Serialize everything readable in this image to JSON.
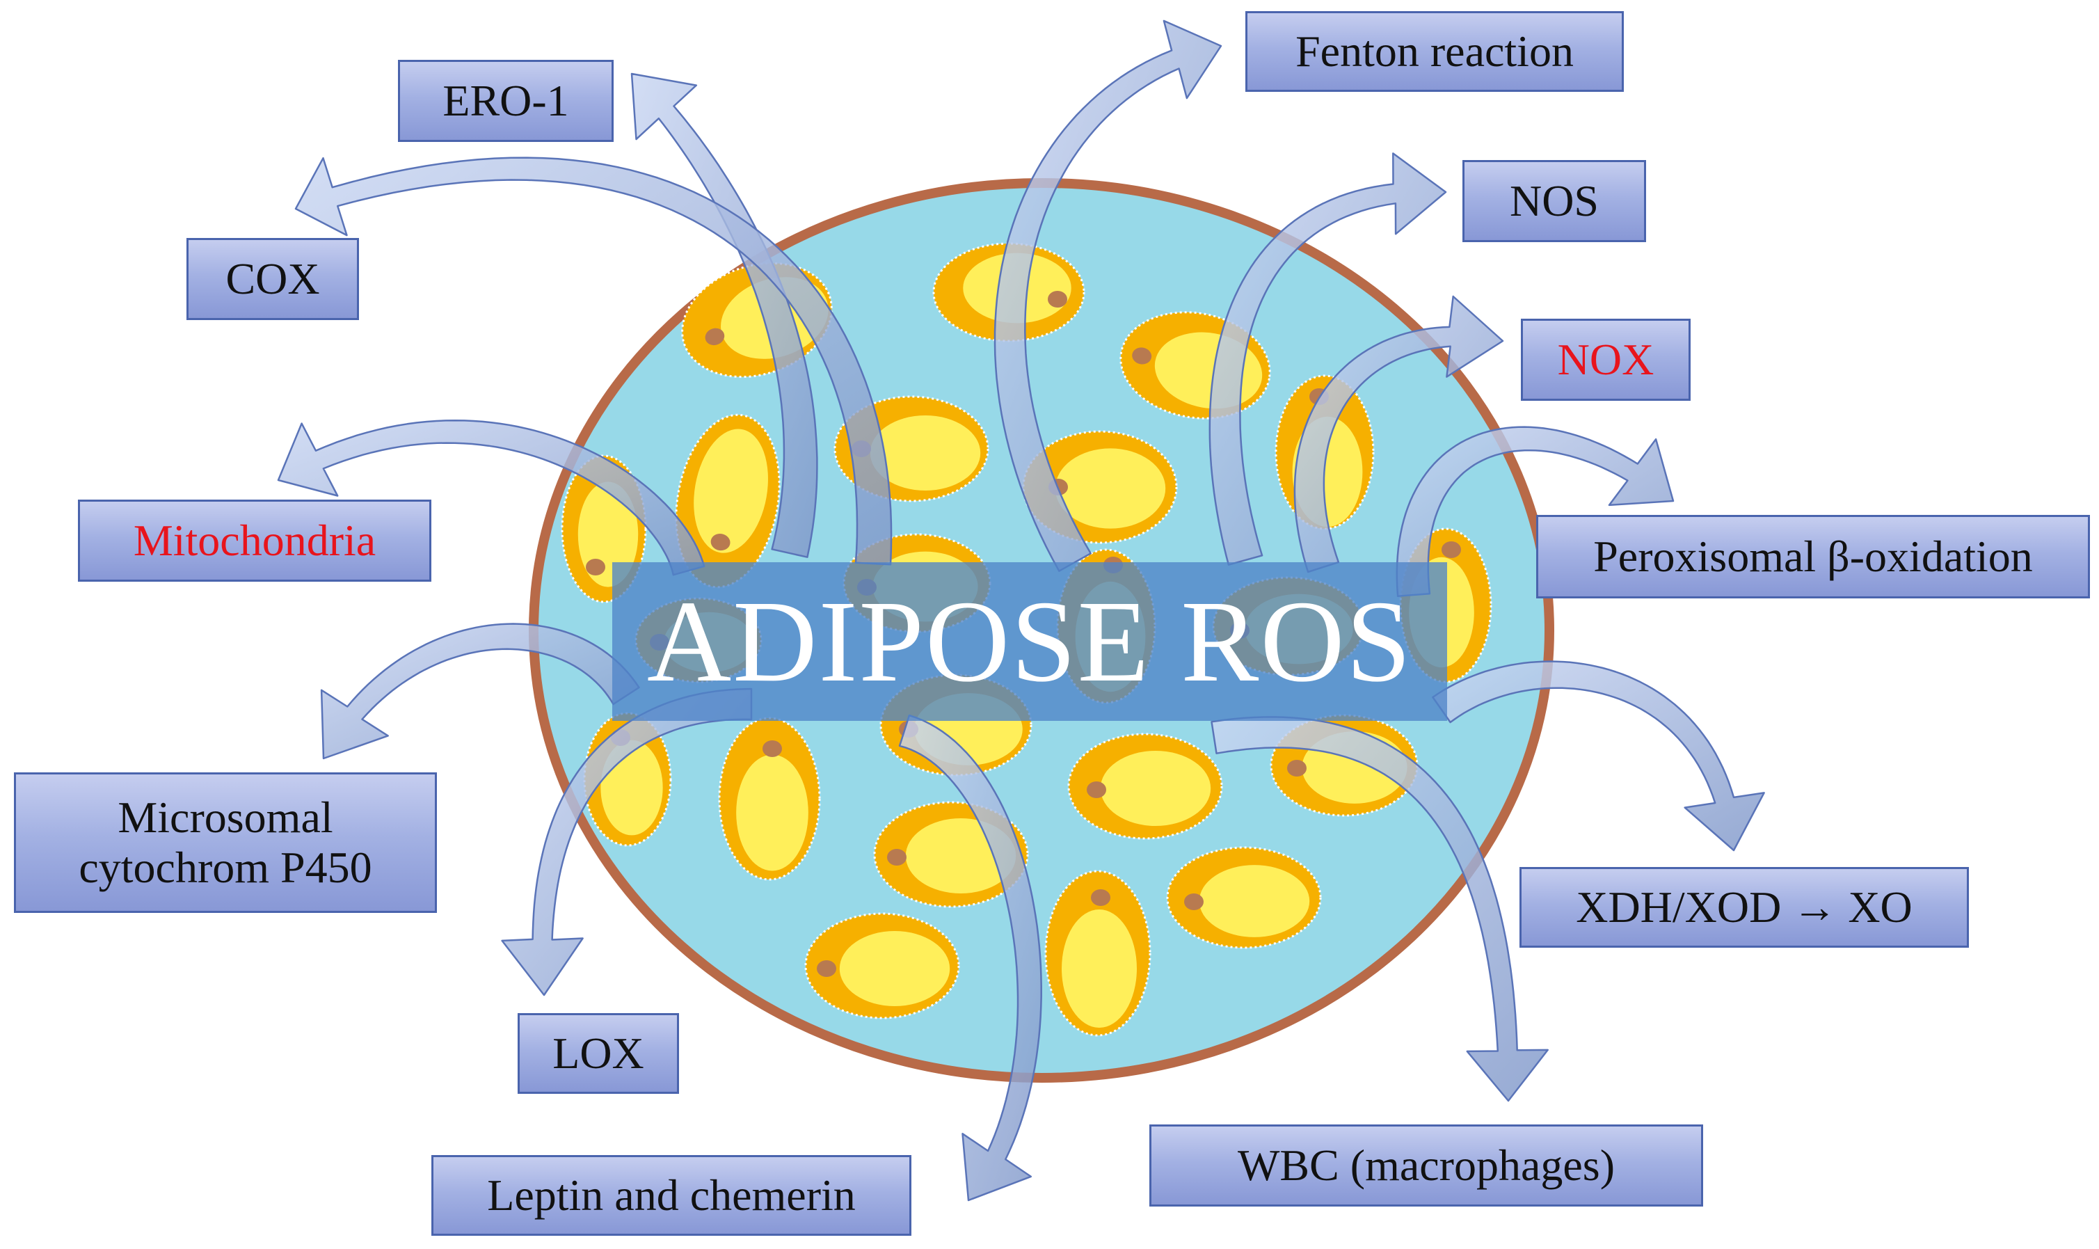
{
  "center_label": "ADIPOSE ROS",
  "sources": [
    {
      "id": "ero1",
      "text": "ERO-1",
      "emphasis": false
    },
    {
      "id": "cox",
      "text": "COX",
      "emphasis": false
    },
    {
      "id": "mitochondria",
      "text": "Mitochondria",
      "emphasis": true
    },
    {
      "id": "p450",
      "text": "Microsomal\ncytochrom P450",
      "emphasis": false
    },
    {
      "id": "lox",
      "text": "LOX",
      "emphasis": false
    },
    {
      "id": "leptin",
      "text": "Leptin and chemerin",
      "emphasis": false
    },
    {
      "id": "fenton",
      "text": "Fenton reaction",
      "emphasis": false
    },
    {
      "id": "nos",
      "text": "NOS",
      "emphasis": false
    },
    {
      "id": "nox",
      "text": "NOX",
      "emphasis": true
    },
    {
      "id": "perox",
      "text": "Peroxisomal β-oxidation",
      "emphasis": false
    },
    {
      "id": "xdh",
      "text": "XDH/XOD → XO",
      "emphasis": false
    },
    {
      "id": "wbc",
      "text": "WBC (macrophages)",
      "emphasis": false
    }
  ],
  "colors": {
    "tissue_fill": "#97d9e8",
    "tissue_border": "#b86a48",
    "adipocyte_outer": "#f6b000",
    "adipocyte_inner": "#ffef5a",
    "nucleus": "#b87a50",
    "emphasis_text": "#e8141c"
  }
}
